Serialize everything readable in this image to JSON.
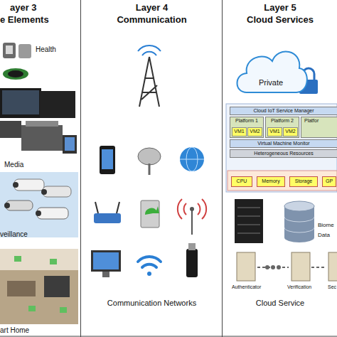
{
  "diagram": {
    "nodes": [
      {
        "text": [
          "ayer 3",
          "e Elements"
        ]
      },
      {
        "text": [
          "Layer 4",
          "Communication",
          "Communication Networks"
        ]
      },
      {
        "text": [
          "Layer 5",
          "Cloud Services",
          "Cloud Service"
        ]
      },
      {
        "text": [
          "Private"
        ],
        "in": 2
      },
      {
        "text": [
          "Cloud IoT Service Manager"
        ],
        "in": 2
      },
      {
        "text": [
          "Platform 1"
        ],
        "in": 2
      },
      {
        "text": [
          "VM1"
        ],
        "in": 5
      },
      {
        "text": [
          "VM2"
        ],
        "in": 5
      },
      {
        "text": [
          "Platform 2"
        ],
        "in": 2
      },
      {
        "text": [
          "VM1"
        ],
        "in": 8
      },
      {
        "text": [
          "VM2"
        ],
        "in": 8
      },
      {
        "text": [
          "Platfor"
        ],
        "in": 2
      },
      {
        "text": [
          "Virtual Machine Monitor"
        ],
        "in": 2
      },
      {
        "text": [
          "Heterogeneous Resources"
        ],
        "in": 2
      },
      {
        "text": [
          "CPU"
        ],
        "in": 2
      },
      {
        "text": [
          "Memory"
        ],
        "in": 2
      },
      {
        "text": [
          "Storage"
        ],
        "in": 2
      },
      {
        "text": [
          "GP"
        ],
        "in": 2
      }
    ],
    "labels": [
      "Health",
      "Media",
      "veillance",
      "art Home",
      "Biome",
      "Data",
      "Authenticator",
      "Verification",
      "Sec"
    ]
  }
}
